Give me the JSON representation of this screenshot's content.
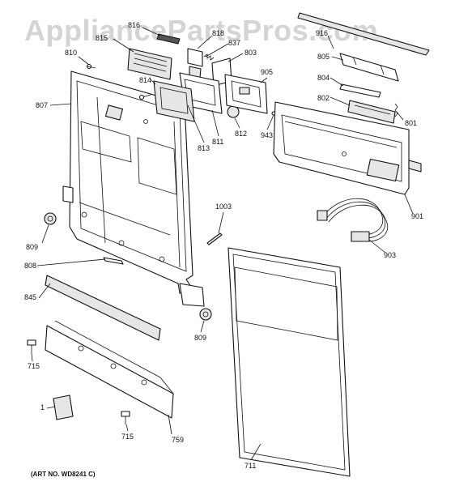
{
  "watermark": "AppliancePartsPros.com",
  "art_number": "(ART NO. WD8241 C)",
  "callouts": {
    "c810": "810",
    "c815": "815",
    "c816": "816",
    "c818": "818",
    "c837": "837",
    "c803": "803",
    "c814": "814",
    "c807": "807",
    "c905": "905",
    "c812": "812",
    "c943": "943",
    "c811": "811",
    "c813": "813",
    "c916": "916",
    "c805": "805",
    "c804": "804",
    "c802": "802",
    "c801": "801",
    "c901": "901",
    "c903": "903",
    "c1003": "1003",
    "c809a": "809",
    "c808": "808",
    "c845": "845",
    "c809b": "809",
    "c715a": "715",
    "c1": "1",
    "c715b": "715",
    "c759": "759",
    "c711": "711"
  }
}
